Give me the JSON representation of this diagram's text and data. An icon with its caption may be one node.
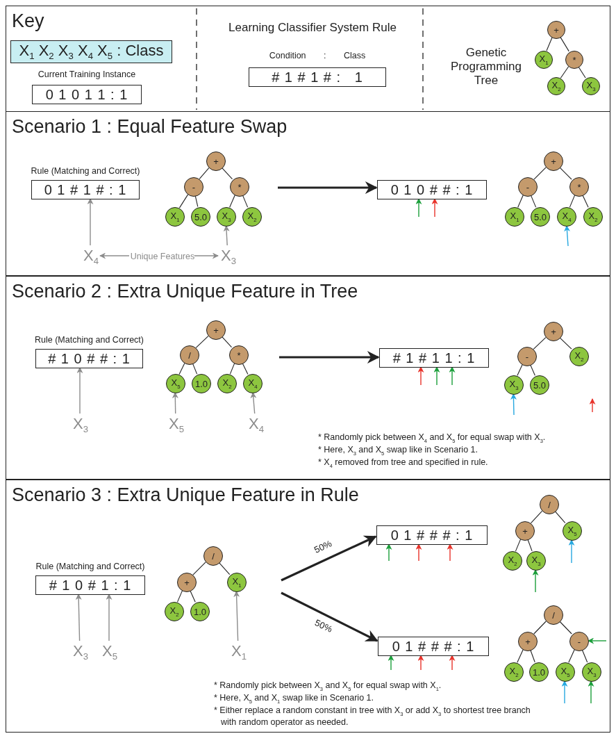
{
  "diagram": {
    "nodes": [
      {
        "text": [
          "Key"
        ]
      },
      {
        "text": [
          "X$_{1}$ X$_{2}$ X$_{3}$ X$_{4}$ X$_{5}$ : Class"
        ],
        "in": 0
      },
      {
        "text": [
          "Current Training Instance",
          "0 1 0 1 1 : 1"
        ],
        "in": 0
      },
      {
        "text": [
          "Condition : Class",
          "# 1 # 1 # :   1"
        ],
        "in": 0
      },
      {
        "text": [
          "+"
        ],
        "in": 0
      },
      {
        "text": [
          "X$_{1}$"
        ],
        "in": 0
      },
      {
        "text": [
          "*"
        ],
        "in": 0
      },
      {
        "text": [
          "X$_{2}$"
        ],
        "in": 0
      },
      {
        "text": [
          "X$_{3}$"
        ],
        "in": 0
      },
      {
        "text": [
          "Scenario 1 : Equal Feature Swap"
        ]
      },
      {
        "text": [
          "Rule (Matching and Correct)",
          "0 1 # 1 # : 1"
        ],
        "in": 9
      },
      {
        "text": [
          "+"
        ],
        "in": 9
      },
      {
        "text": [
          "-"
        ],
        "in": 9
      },
      {
        "text": [
          "*"
        ],
        "in": 9
      },
      {
        "text": [
          "X$_{1}$"
        ],
        "in": 9
      },
      {
        "text": [
          "5.0"
        ],
        "in": 9
      },
      {
        "text": [
          "X$_{3}$"
        ],
        "in": 9
      },
      {
        "text": [
          "X$_{2}$"
        ],
        "in": 9
      },
      {
        "text": [
          "0 1 0 # # : 1"
        ],
        "in": 9
      },
      {
        "text": [
          "+"
        ],
        "in": 9
      },
      {
        "text": [
          "-"
        ],
        "in": 9
      },
      {
        "text": [
          "*"
        ],
        "in": 9
      },
      {
        "text": [
          "X$_{1}$"
        ],
        "in": 9
      },
      {
        "text": [
          "5.0"
        ],
        "in": 9
      },
      {
        "text": [
          "X$_{4}$"
        ],
        "in": 9
      },
      {
        "text": [
          "X$_{2}$"
        ],
        "in": 9
      },
      {
        "text": [
          "X$_{4}$"
        ],
        "in": 9
      },
      {
        "text": [
          "Unique Features"
        ],
        "in": 9
      },
      {
        "text": [
          "X$_{3}$"
        ],
        "in": 9
      },
      {
        "text": [
          "Scenario 2 : Extra Unique Feature in Tree"
        ]
      },
      {
        "text": [
          "Rule (Matching and Correct)",
          "# 1 0 # # : 1"
        ],
        "in": 29
      },
      {
        "text": [
          "+"
        ],
        "in": 29
      },
      {
        "text": [
          "/"
        ],
        "in": 29
      },
      {
        "text": [
          "*"
        ],
        "in": 29
      },
      {
        "text": [
          "X$_{5}$"
        ],
        "in": 29
      },
      {
        "text": [
          "1.0"
        ],
        "in": 29
      },
      {
        "text": [
          "X$_{2}$"
        ],
        "in": 29
      },
      {
        "text": [
          "X$_{4}$"
        ],
        "in": 29
      },
      {
        "text": [
          "# 1 # 1 1 : 1"
        ],
        "in": 29
      },
      {
        "text": [
          "+"
        ],
        "in": 29
      },
      {
        "text": [
          "-"
        ],
        "in": 29
      },
      {
        "text": [
          "X$_{2}$"
        ],
        "in": 29
      },
      {
        "text": [
          "X$_{3}$"
        ],
        "in": 29
      },
      {
        "text": [
          "5.0"
        ],
        "in": 29
      },
      {
        "text": [
          "X$_{3}$"
        ],
        "in": 29
      },
      {
        "text": [
          "X$_{5}$"
        ],
        "in": 29
      },
      {
        "text": [
          "X$_{4}$"
        ],
        "in": 29
      },
      {
        "text": [
          "Scenario 3 : Extra Unique Feature in Rule"
        ]
      },
      {
        "text": [
          "Rule (Matching and Correct)",
          "# 1 0 # 1 : 1"
        ],
        "in": 47
      },
      {
        "text": [
          "/"
        ],
        "in": 47
      },
      {
        "text": [
          "+"
        ],
        "in": 47
      },
      {
        "text": [
          "X$_{1}$"
        ],
        "in": 47
      },
      {
        "text": [
          "X$_{2}$"
        ],
        "in": 47
      },
      {
        "text": [
          "1.0"
        ],
        "in": 47
      },
      {
        "text": [
          "0 1 # # # : 1"
        ],
        "in": 47
      },
      {
        "text": [
          "/"
        ],
        "in": 47
      },
      {
        "text": [
          "+"
        ],
        "in": 47
      },
      {
        "text": [
          "X$_{5}$"
        ],
        "in": 47
      },
      {
        "text": [
          "X$_{2}$"
        ],
        "in": 47
      },
      {
        "text": [
          "X$_{3}$"
        ],
        "in": 47
      },
      {
        "text": [
          "0 1 # # # : 1"
        ],
        "in": 47
      },
      {
        "text": [
          "/"
        ],
        "in": 47
      },
      {
        "text": [
          "+"
        ],
        "in": 47
      },
      {
        "text": [
          "-"
        ],
        "in": 47
      },
      {
        "text": [
          "X$_{2}$"
        ],
        "in": 47
      },
      {
        "text": [
          "1.0"
        ],
        "in": 47
      },
      {
        "text": [
          "X$_{5}$"
        ],
        "in": 47
      },
      {
        "text": [
          "X$_{3}$"
        ],
        "in": 47
      },
      {
        "text": [
          "X$_{3}$"
        ],
        "in": 47
      },
      {
        "text": [
          "X$_{5}$"
        ],
        "in": 47
      },
      {
        "text": [
          "X$_{1}$"
        ],
        "in": 47
      }
    ],
    "edges": [
      {
        "from": 4,
        "to": 5,
        "arrow": "none"
      },
      {
        "from": 4,
        "to": 6,
        "arrow": "none"
      },
      {
        "from": 6,
        "to": 7,
        "arrow": "none"
      },
      {
        "from": 6,
        "to": 8,
        "arrow": "none"
      },
      {
        "from": 11,
        "to": 12,
        "arrow": "none"
      },
      {
        "from": 11,
        "to": 13,
        "arrow": "none"
      },
      {
        "from": 12,
        "to": 14,
        "arrow": "none"
      },
      {
        "from": 12,
        "to": 15,
        "arrow": "none"
      },
      {
        "from": 13,
        "to": 16,
        "arrow": "none"
      },
      {
        "from": 13,
        "to": 17,
        "arrow": "none"
      },
      {
        "from": 19,
        "to": 20,
        "arrow": "none"
      },
      {
        "from": 19,
        "to": 21,
        "arrow": "none"
      },
      {
        "from": 20,
        "to": 22,
        "arrow": "none"
      },
      {
        "from": 20,
        "to": 23,
        "arrow": "none"
      },
      {
        "from": 21,
        "to": 24,
        "arrow": "none"
      },
      {
        "from": 21,
        "to": 25,
        "arrow": "none"
      },
      {
        "from": 26,
        "to": 10,
        "arrow": "to",
        "color": "#8c8c8c"
      },
      {
        "from": 28,
        "to": 16,
        "arrow": "to",
        "color": "#8c8c8c"
      },
      {
        "from": 27,
        "to": 26,
        "arrow": "to",
        "color": "#8c8c8c"
      },
      {
        "from": 27,
        "to": 28,
        "arrow": "to",
        "color": "#8c8c8c"
      },
      {
        "from": null,
        "to": 18,
        "arrow": "to",
        "style": "thick"
      },
      {
        "from": null,
        "to": 18,
        "arrow": "to",
        "color": "#1a9e3a"
      },
      {
        "from": null,
        "to": 18,
        "arrow": "to",
        "color": "#e8322a"
      },
      {
        "from": null,
        "to": 24,
        "arrow": "to",
        "color": "#27a8e0"
      },
      {
        "from": 31,
        "to": 32,
        "arrow": "none"
      },
      {
        "from": 31,
        "to": 33,
        "arrow": "none"
      },
      {
        "from": 32,
        "to": 34,
        "arrow": "none"
      },
      {
        "from": 32,
        "to": 35,
        "arrow": "none"
      },
      {
        "from": 33,
        "to": 36,
        "arrow": "none"
      },
      {
        "from": 33,
        "to": 37,
        "arrow": "none"
      },
      {
        "from": 39,
        "to": 40,
        "arrow": "none"
      },
      {
        "from": 39,
        "to": 41,
        "arrow": "none"
      },
      {
        "from": 40,
        "to": 42,
        "arrow": "none"
      },
      {
        "from": 40,
        "to": 43,
        "arrow": "none"
      },
      {
        "from": 44,
        "to": 30,
        "arrow": "to",
        "color": "#8c8c8c"
      },
      {
        "from": 45,
        "to": 34,
        "arrow": "to",
        "color": "#8c8c8c"
      },
      {
        "from": 46,
        "to": 37,
        "arrow": "to",
        "color": "#8c8c8c"
      },
      {
        "from": null,
        "to": 38,
        "arrow": "to",
        "style": "thick"
      },
      {
        "from": null,
        "to": 38,
        "arrow": "to",
        "color": "#e8322a"
      },
      {
        "from": null,
        "to": 38,
        "arrow": "to",
        "color": "#1a9e3a"
      },
      {
        "from": null,
        "to": 38,
        "arrow": "to",
        "color": "#1a9e3a"
      },
      {
        "from": null,
        "to": 42,
        "arrow": "to",
        "color": "#27a8e0"
      },
      {
        "from": 49,
        "to": 50,
        "arrow": "none"
      },
      {
        "from": 49,
        "to": 51,
        "arrow": "none"
      },
      {
        "from": 50,
        "to": 52,
        "arrow": "none"
      },
      {
        "from": 50,
        "to": 53,
        "arrow": "none"
      },
      {
        "from": 55,
        "to": 56,
        "arrow": "none"
      },
      {
        "from": 55,
        "to": 57,
        "arrow": "none"
      },
      {
        "from": 56,
        "to": 58,
        "arrow": "none"
      },
      {
        "from": 56,
        "to": 59,
        "arrow": "none"
      },
      {
        "from": 61,
        "to": 62,
        "arrow": "none"
      },
      {
        "from": 61,
        "to": 63,
        "arrow": "none"
      },
      {
        "from": 62,
        "to": 64,
        "arrow": "none"
      },
      {
        "from": 62,
        "to": 65,
        "arrow": "none"
      },
      {
        "from": 63,
        "to": 66,
        "arrow": "none"
      },
      {
        "from": 63,
        "to": 67,
        "arrow": "none"
      },
      {
        "from": 68,
        "to": 48,
        "arrow": "to",
        "color": "#8c8c8c"
      },
      {
        "from": 69,
        "to": 48,
        "arrow": "to",
        "color": "#8c8c8c"
      },
      {
        "from": 70,
        "to": 51,
        "arrow": "to",
        "color": "#8c8c8c"
      },
      {
        "from": null,
        "to": 54,
        "label": "50%",
        "arrow": "to",
        "style": "thick"
      },
      {
        "from": null,
        "to": 60,
        "label": "50%",
        "arrow": "to",
        "style": "thick"
      },
      {
        "from": null,
        "to": 54,
        "arrow": "to",
        "color": "#1a9e3a"
      },
      {
        "from": null,
        "to": 54,
        "arrow": "to",
        "color": "#e8322a"
      },
      {
        "from": null,
        "to": 54,
        "arrow": "to",
        "color": "#e8322a"
      },
      {
        "from": null,
        "to": 59,
        "arrow": "to",
        "color": "#1a9e3a"
      },
      {
        "from": null,
        "to": 57,
        "arrow": "to",
        "color": "#27a8e0"
      },
      {
        "from": null,
        "to": 60,
        "arrow": "to",
        "color": "#1a9e3a"
      },
      {
        "from": null,
        "to": 60,
        "arrow": "to",
        "color": "#e8322a"
      },
      {
        "from": null,
        "to": 60,
        "arrow": "to",
        "color": "#e8322a"
      },
      {
        "from": null,
        "to": 63,
        "arrow": "to",
        "color": "#1a9e3a"
      },
      {
        "from": null,
        "to": 66,
        "arrow": "to",
        "color": "#27a8e0"
      },
      {
        "from": null,
        "to": 67,
        "arrow": "to",
        "color": "#1a9e3a"
      }
    ],
    "labels": [
      "Learning Classifier System Rule",
      "Genetic Programming Tree",
      "* Randomly pick between X$_{4}$ and X$_{5}$ for equal swap with X$_{3}$.",
      "* Here, X$_{3}$ and X$_{5}$ swap like in Scenario 1.",
      "* X$_{4}$ removed from tree and specified in rule.",
      "* Randomly pick between X$_{3}$ and X$_{5}$ for equal swap with X$_{1}$.",
      "* Here, X$_{5}$ and X$_{1}$ swap like in Scenario 1.",
      "* Either replace a random constant in tree with X$_{3}$ or add X$_{3}$ to shortest tree branch with random operator as needed."
    ]
  }
}
